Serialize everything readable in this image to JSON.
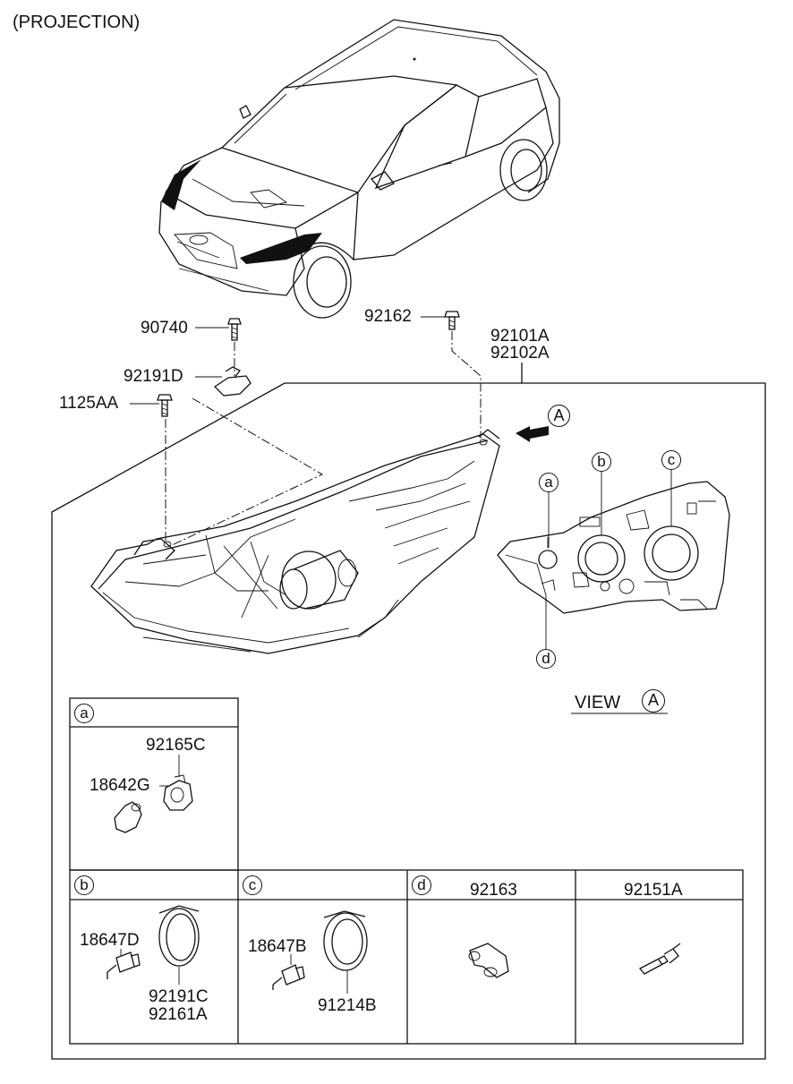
{
  "header": {
    "title": "(PROJECTION)"
  },
  "parts": {
    "p90740": "90740",
    "p92191D": "92191D",
    "p1125AA": "1125AA",
    "p92162": "92162",
    "p92101A": "92101A",
    "p92102A": "92102A",
    "p92165C": "92165C",
    "p18642G": "18642G",
    "p18647D": "18647D",
    "p92191C": "92191C",
    "p92161A": "92161A",
    "p18647B": "18647B",
    "p91214B": "91214B",
    "p92163": "92163",
    "p92151A": "92151A"
  },
  "callouts": {
    "a": "a",
    "b": "b",
    "c": "c",
    "d": "d",
    "view_marker": "A"
  },
  "view": {
    "label": "VIEW",
    "marker": "A"
  },
  "colors": {
    "line": "#111111",
    "background": "#ffffff"
  }
}
